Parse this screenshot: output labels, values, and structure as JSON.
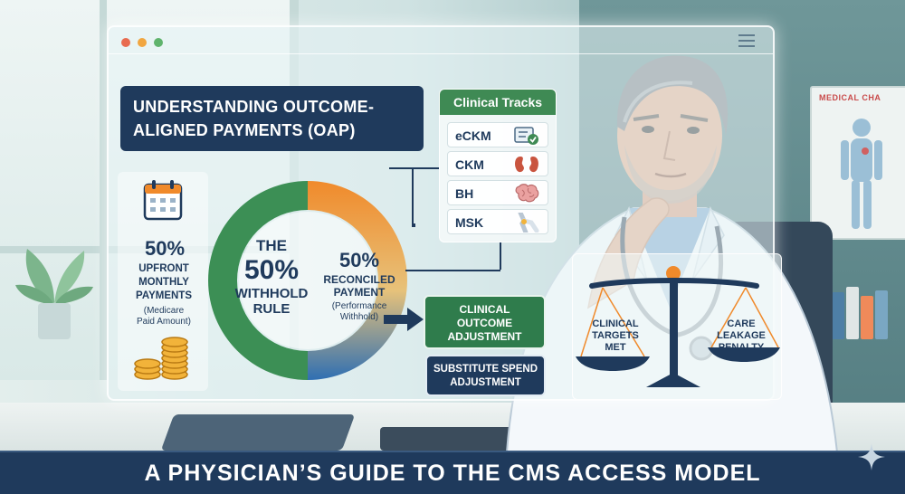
{
  "panel": {
    "title": "UNDERSTANDING OUTCOME-ALIGNED PAYMENTS (OAP)",
    "title_line1": "UNDERSTANDING OUTCOME-",
    "title_line2": "ALIGNED PAYMENTS (OAP)"
  },
  "upfront": {
    "percent": "50%",
    "label_line1": "UPFRONT",
    "label_line2": "MONTHLY",
    "label_line3": "PAYMENTS",
    "note_line1": "(Medicare",
    "note_line2": "Paid Amount)"
  },
  "donut": {
    "center_line1": "THE",
    "center_big": "50%",
    "center_line2": "WITHHOLD",
    "center_line3": "RULE",
    "split": [
      50,
      50
    ],
    "colors": {
      "left": "#3c8f55",
      "right_top": "#f08a2b",
      "right_bottom": "#2f6fb2"
    }
  },
  "reconciled": {
    "percent": "50%",
    "label_line1": "RECONCILED",
    "label_line2": "PAYMENT",
    "note_line1": "(Performance",
    "note_line2": "Withhold)"
  },
  "tracks": {
    "heading": "Clinical Tracks",
    "items": [
      {
        "label": "eCKM",
        "icon": "checklist-icon"
      },
      {
        "label": "CKM",
        "icon": "kidney-icon"
      },
      {
        "label": "BH",
        "icon": "brain-icon"
      },
      {
        "label": "MSK",
        "icon": "knee-joint-icon"
      }
    ]
  },
  "adjustments": {
    "clinical_line1": "CLINICAL",
    "clinical_line2": "OUTCOME",
    "clinical_line3": "ADJUSTMENT",
    "substitute_line1": "SUBSTITUTE SPEND",
    "substitute_line2": "ADJUSTMENT"
  },
  "scale": {
    "left_line1": "CLINICAL",
    "left_line2": "TARGETS",
    "left_line3": "MET",
    "right_line1": "CARE",
    "right_line2": "LEAKAGE",
    "right_line3": "PENALTY"
  },
  "poster": {
    "title": "MEDICAL CHA"
  },
  "footer": {
    "title": "A PHYSICIAN’S GUIDE TO THE CMS ACCESS MODEL"
  },
  "colors": {
    "navy": "#1f3a5c",
    "green": "#2f7c4c",
    "orange": "#f08a2b",
    "blue": "#2f6fb2"
  }
}
